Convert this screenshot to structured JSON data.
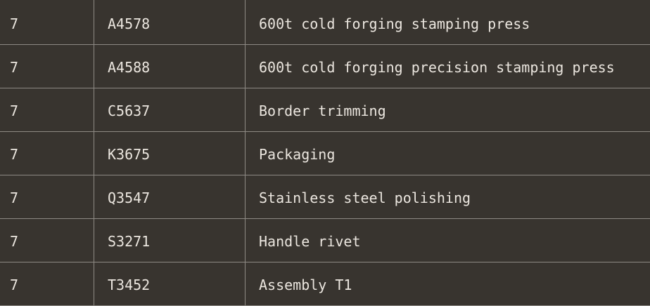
{
  "table": {
    "rows": [
      {
        "qty": "7",
        "code": "A4578",
        "description": "600t cold forging stamping press"
      },
      {
        "qty": "7",
        "code": "A4588",
        "description": "600t cold forging precision stamping press"
      },
      {
        "qty": "7",
        "code": "C5637",
        "description": "Border trimming"
      },
      {
        "qty": "7",
        "code": "K3675",
        "description": "Packaging"
      },
      {
        "qty": "7",
        "code": "Q3547",
        "description": "Stainless steel polishing"
      },
      {
        "qty": "7",
        "code": "S3271",
        "description": "Handle rivet"
      },
      {
        "qty": "7",
        "code": "T3452",
        "description": "Assembly T1"
      }
    ]
  }
}
